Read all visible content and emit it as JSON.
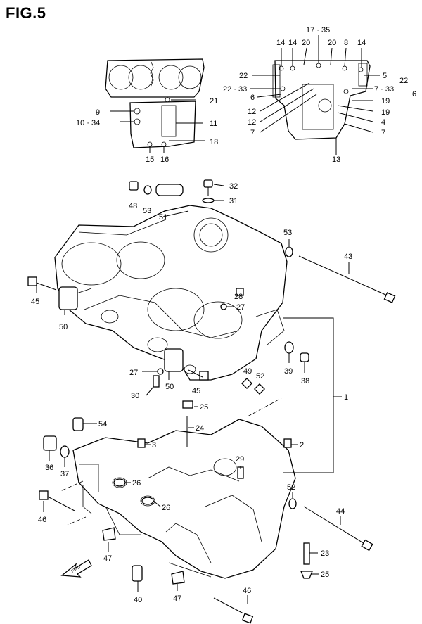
{
  "figure": {
    "title": "FIG.5"
  },
  "callouts": {
    "c17_35": "17 · 35",
    "c14a": "14",
    "c14b": "14",
    "c20a": "20",
    "c20b": "20",
    "c8": "8",
    "c14c": "14",
    "c22a": "22",
    "c5": "5",
    "c22b": "22",
    "c22_33": "22 · 33",
    "c7_33": "7 · 33",
    "c6a": "6",
    "c6b": "6",
    "c19a": "19",
    "c12a": "12",
    "c19b": "19",
    "c12b": "12",
    "c4": "4",
    "c7a": "7",
    "c7b": "7",
    "c13": "13",
    "c9": "9",
    "c10_34": "10 · 34",
    "c21": "21",
    "c11": "11",
    "c18": "18",
    "c15": "15",
    "c16": "16",
    "c32": "32",
    "c31": "31",
    "c48": "48",
    "c53a": "53",
    "c51": "51",
    "c53b": "53",
    "c43": "43",
    "c45a": "45",
    "c50a": "50",
    "c28": "28",
    "c27a": "27",
    "c39": "39",
    "c38": "38",
    "c27b": "27",
    "c50b": "50",
    "c30": "30",
    "c45b": "45",
    "c49": "49",
    "c52a": "52",
    "c1": "1",
    "c25a": "25",
    "c24": "24",
    "c54": "54",
    "c3": "3",
    "c2": "2",
    "c36": "36",
    "c37": "37",
    "c29": "29",
    "c26a": "26",
    "c26b": "26",
    "c52b": "52",
    "c46a": "46",
    "c44": "44",
    "c47a": "47",
    "c23": "23",
    "c25b": "25",
    "c40": "40",
    "c47b": "47",
    "c46b": "46"
  },
  "icons": {
    "front": "fwd-arrow-icon"
  }
}
